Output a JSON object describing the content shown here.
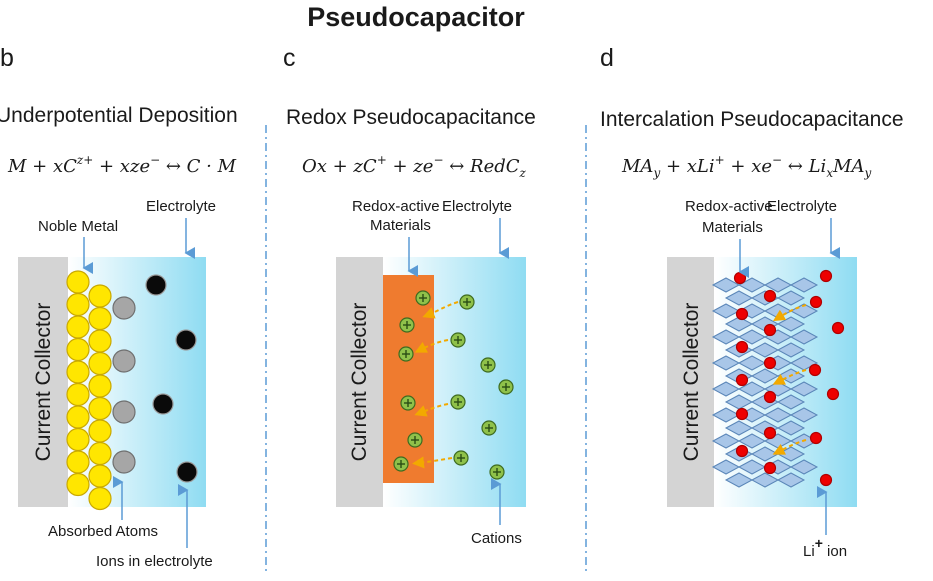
{
  "title": "Pseudocapacitor",
  "colors": {
    "collector": "#d4d4d4",
    "electrolyte_start": "#ffffff",
    "electrolyte_end": "#8fdcf2",
    "noble_metal": "#ffe600",
    "absorbed_atom": "#a6a6a6",
    "ion": "#0a0a0a",
    "redox_material": "#ef7b2f",
    "cation": "#8fc14a",
    "lattice": "#a8c6e8",
    "li_ion": "#ee0000",
    "arrow": "#f2a900",
    "divider": "#5b9bd5"
  },
  "panels": [
    {
      "letter": "b",
      "heading": "Underpotential Deposition",
      "equation": "M + xC^{z+} + xze^- ↔ C · M",
      "eq_parts": {
        "p1": "M + xC",
        "sup1": "z+",
        "p2": " + xze",
        "sup2": "−",
        "p3": " ↔ C · M"
      },
      "collector_label": "Current Collector",
      "labels": {
        "noble_metal": "Noble Metal",
        "electrolyte": "Electrolyte",
        "absorbed_atoms": "Absorbed Atoms",
        "ions": "Ions in electrolyte"
      }
    },
    {
      "letter": "c",
      "heading": "Redox Pseudocapacitance",
      "equation": "Ox + zC^+ + ze^- ↔ RedC_z",
      "eq_parts": {
        "p1": "Ox + zC",
        "sup1": "+",
        "p2": " + ze",
        "sup2": "−",
        "p3": " ↔ RedC",
        "sub1": "z"
      },
      "collector_label": "Current Collector",
      "labels": {
        "redox_line1": "Redox-active",
        "redox_line2": "Materials",
        "electrolyte": "Electrolyte",
        "cations": "Cations"
      }
    },
    {
      "letter": "d",
      "heading": "Intercalation Pseudocapacitance",
      "equation": "MA_y + xLi^+ + xe^- ↔ Li_xMA_y",
      "eq_parts": {
        "p1": "MA",
        "sub1": "y",
        "p2": " + xLi",
        "sup1": "+",
        "p3": " + xe",
        "sup2": "−",
        "p4": " ↔ Li",
        "sub2": "x",
        "p5": "MA",
        "sub3": "y"
      },
      "collector_label": "Current Collector",
      "labels": {
        "redox_line1": "Redox-active",
        "redox_line2": "Materials",
        "electrolyte": "Electrolyte",
        "li_main": "Li",
        "li_sup": "+",
        "li_suffix": " ion"
      }
    }
  ]
}
